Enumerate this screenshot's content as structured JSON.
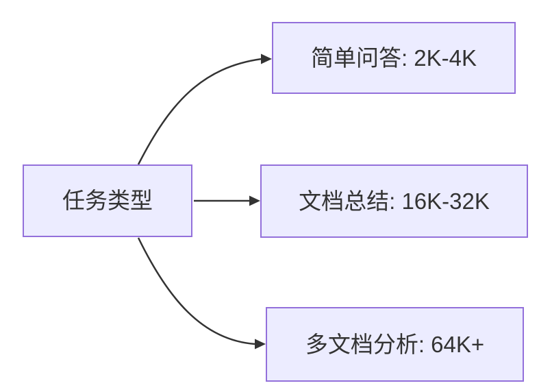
{
  "diagram": {
    "type": "flowchart-left-right",
    "root": {
      "label": "任务类型"
    },
    "children": [
      {
        "label": "简单问答: 2K-4K"
      },
      {
        "label": "文档总结: 16K-32K"
      },
      {
        "label": "多文档分析: 64K+"
      }
    ],
    "edges": [
      {
        "from": "任务类型",
        "to": "简单问答: 2K-4K"
      },
      {
        "from": "任务类型",
        "to": "文档总结: 16K-32K"
      },
      {
        "from": "任务类型",
        "to": "多文档分析: 64K+"
      }
    ],
    "colors": {
      "node_fill": "#ECECFF",
      "node_border": "#9370DB",
      "edge_stroke": "#333333",
      "text": "#333333",
      "background": "#FFFFFF"
    }
  }
}
